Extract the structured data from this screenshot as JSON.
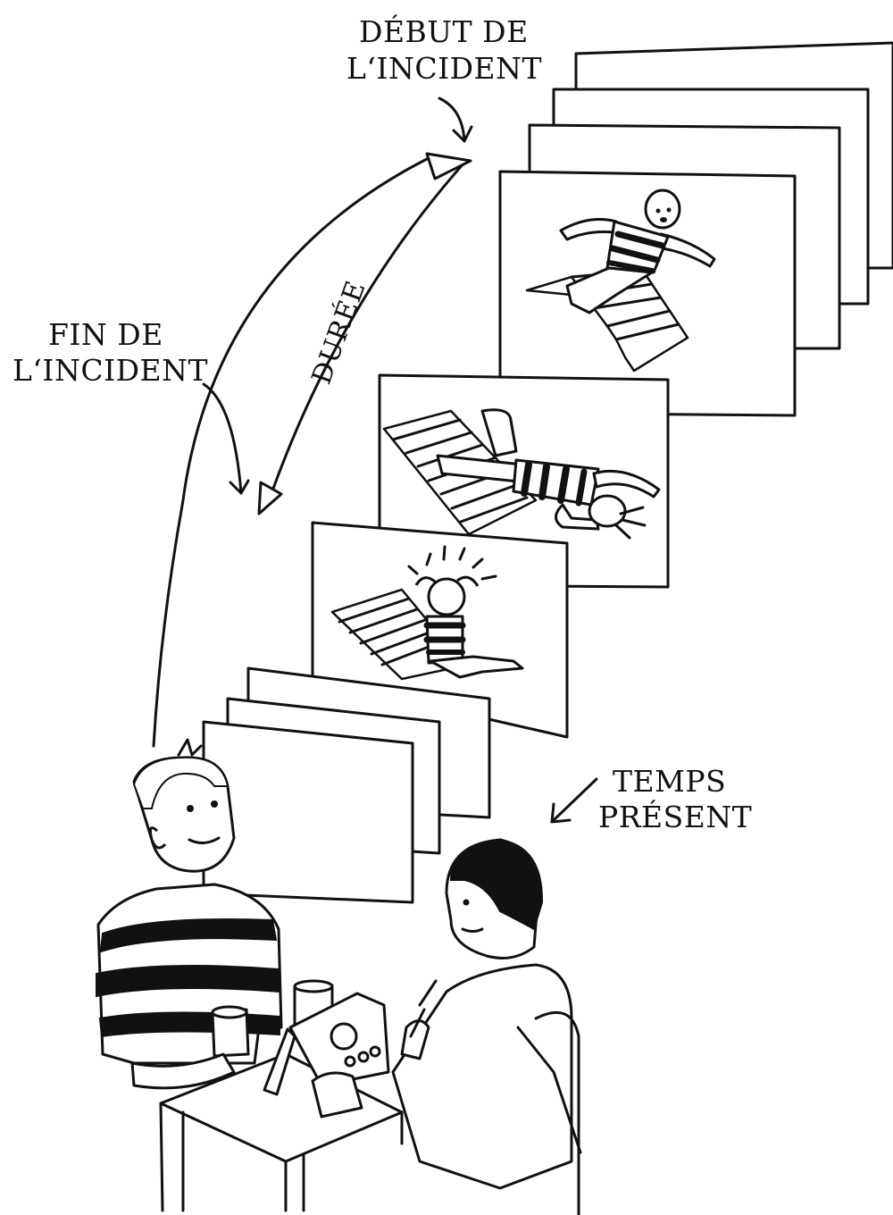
{
  "labels": {
    "start_line1": "DÉBUT DE",
    "start_line2": "L‘INCIDENT",
    "end_line1": "FIN DE",
    "end_line2": "L‘INCIDENT",
    "duration": "DURÉE",
    "present_line1": "TEMPS",
    "present_line2": "PRÉSENT"
  },
  "colors": {
    "ink": "#111111",
    "paper": "#ffffff"
  }
}
